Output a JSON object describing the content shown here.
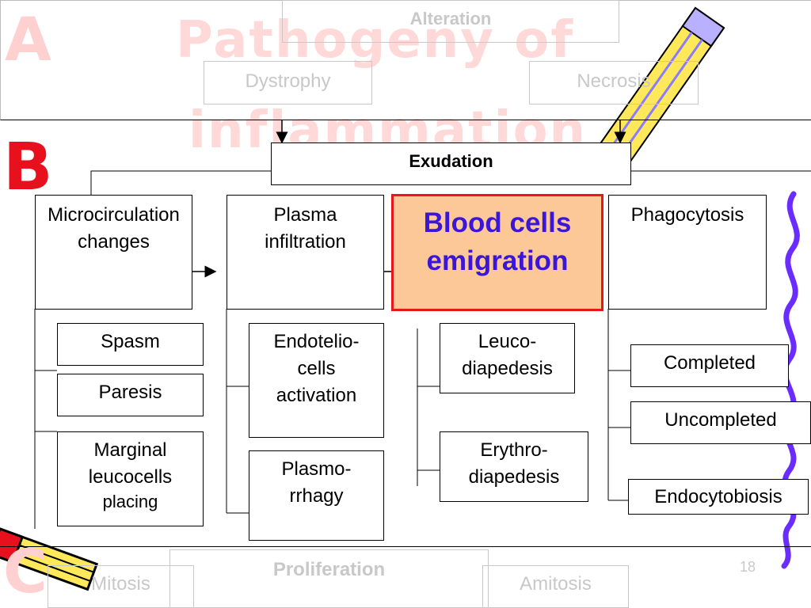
{
  "slide": {
    "letters": {
      "a": "A",
      "b": "B",
      "c": "C"
    },
    "title_line1": "Pathogeny of",
    "title_line2": "inflammation",
    "page_number": "18"
  },
  "section_a": {
    "alteration": "Alteration",
    "dystrophy": "Dystrophy",
    "necrosis": "Necrosis"
  },
  "section_b": {
    "exudation": "Exudation",
    "microcirculation": "Microcirculation changes",
    "plasma_infiltration": "Plasma infiltration",
    "blood_cells_emigration": "Blood cells emigration",
    "phagocytosis": "Phagocytosis",
    "spasm": "Spasm",
    "paresis": "Paresis",
    "marginal_1": "Marginal",
    "marginal_2": "leucocells",
    "marginal_3": "placing",
    "endotelio": "Endotelio-cells activation",
    "plasmorrhagy": "Plasmo-rrhagy",
    "leucodiapedesis": "Leuco-diapedesis",
    "erythrodiapedesis": "Erythro-diapedesis",
    "completed": "Completed",
    "uncompleted": "Uncompleted",
    "endocytobiosis": "Endocytobiosis"
  },
  "section_c": {
    "proliferation": "Proliferation",
    "mitosis": "Mitosis",
    "amitosis": "Amitosis"
  },
  "colors": {
    "highlight_fill": "#fcc898",
    "highlight_border": "#e81818",
    "highlight_text": "#3a16d8",
    "letter_red": "#e8101c",
    "faint_letter": "#ffd0d0",
    "pencil_yellow": "#ffe95a",
    "wavy_line": "#6a2cff"
  }
}
